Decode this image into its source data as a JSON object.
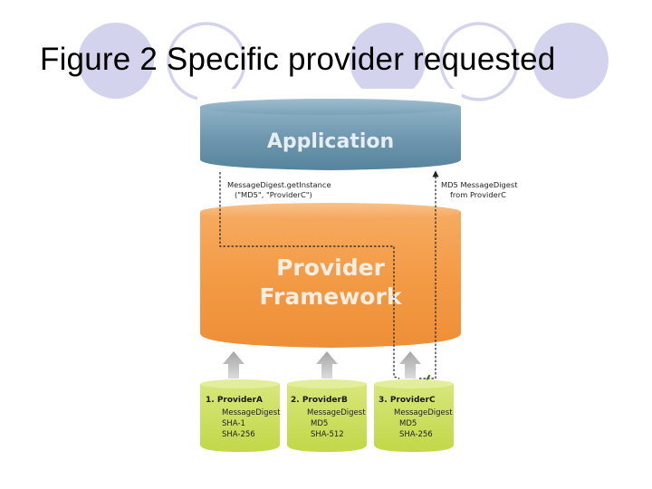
{
  "slide": {
    "title": "Figure 2 Specific provider requested"
  },
  "diagram": {
    "application_label": "Application",
    "framework_label_line1": "Provider",
    "framework_label_line2": "Framework",
    "request_call_line1": "MessageDigest.getInstance",
    "request_call_line2": "(\"MD5\", \"ProviderC\")",
    "response_line1": "MD5 MessageDigest",
    "response_line2": "from ProviderC",
    "providers": [
      {
        "title": "1. ProviderA",
        "lines": [
          "MessageDigest",
          "SHA-1",
          "SHA-256"
        ]
      },
      {
        "title": "2. ProviderB",
        "lines": [
          "MessageDigest",
          "MD5",
          "SHA-512"
        ]
      },
      {
        "title": "3. ProviderC",
        "lines": [
          "MessageDigest",
          "MD5",
          "SHA-256"
        ]
      }
    ],
    "colors": {
      "application": "#5c8aa3",
      "framework": "#f39a45",
      "provider": "#c5d947",
      "decor_circle": "#d3d3ee",
      "check": "#3a7a1a"
    }
  }
}
